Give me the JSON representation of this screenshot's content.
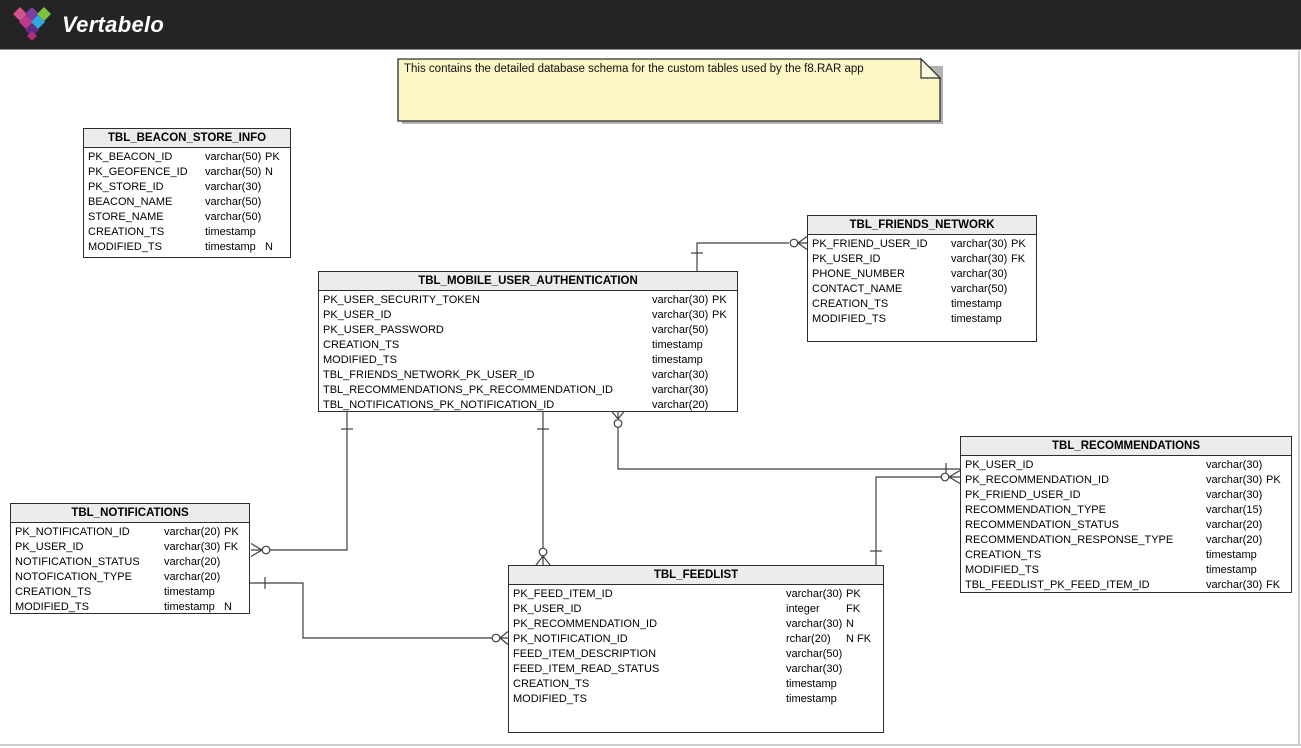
{
  "brand": {
    "name": "Vertabelo"
  },
  "note": {
    "text": "This contains the detailed database schema for the custom tables used by the f8.RAR app"
  },
  "colors": {
    "topbar": "#242424",
    "note_fill": "#FBF7C5",
    "table_header_fill": "#ECECEC",
    "line": "#3F3F3F",
    "logo_tiles": [
      "#D2538F",
      "#7B3FA0",
      "#7FC241",
      "#C0398B",
      "#33A7DF",
      "#5E2C82"
    ]
  },
  "tables": [
    {
      "name": "TBL_BEACON_STORE_INFO",
      "columns": [
        {
          "name": "PK_BEACON_ID",
          "type": "varchar(50)",
          "flags": "PK"
        },
        {
          "name": "PK_GEOFENCE_ID",
          "type": "varchar(50)",
          "flags": "N"
        },
        {
          "name": "PK_STORE_ID",
          "type": "varchar(30)",
          "flags": ""
        },
        {
          "name": "BEACON_NAME",
          "type": "varchar(50)",
          "flags": ""
        },
        {
          "name": "STORE_NAME",
          "type": "varchar(50)",
          "flags": ""
        },
        {
          "name": "CREATION_TS",
          "type": "timestamp",
          "flags": ""
        },
        {
          "name": "MODIFIED_TS",
          "type": "timestamp",
          "flags": "N"
        }
      ]
    },
    {
      "name": "TBL_MOBILE_USER_AUTHENTICATION",
      "columns": [
        {
          "name": "PK_USER_SECURITY_TOKEN",
          "type": "varchar(30)",
          "flags": "PK"
        },
        {
          "name": "PK_USER_ID",
          "type": "varchar(30)",
          "flags": "PK"
        },
        {
          "name": "PK_USER_PASSWORD",
          "type": "varchar(50)",
          "flags": ""
        },
        {
          "name": "CREATION_TS",
          "type": "timestamp",
          "flags": ""
        },
        {
          "name": "MODIFIED_TS",
          "type": "timestamp",
          "flags": ""
        },
        {
          "name": "TBL_FRIENDS_NETWORK_PK_USER_ID",
          "type": "varchar(30)",
          "flags": ""
        },
        {
          "name": "TBL_RECOMMENDATIONS_PK_RECOMMENDATION_ID",
          "type": "varchar(30)",
          "flags": ""
        },
        {
          "name": "TBL_NOTIFICATIONS_PK_NOTIFICATION_ID",
          "type": "varchar(20)",
          "flags": ""
        }
      ]
    },
    {
      "name": "TBL_FRIENDS_NETWORK",
      "columns": [
        {
          "name": "PK_FRIEND_USER_ID",
          "type": "varchar(30)",
          "flags": "PK"
        },
        {
          "name": "PK_USER_ID",
          "type": "varchar(30)",
          "flags": "FK"
        },
        {
          "name": "PHONE_NUMBER",
          "type": "varchar(30)",
          "flags": ""
        },
        {
          "name": "CONTACT_NAME",
          "type": "varchar(50)",
          "flags": ""
        },
        {
          "name": "CREATION_TS",
          "type": "timestamp",
          "flags": ""
        },
        {
          "name": "MODIFIED_TS",
          "type": "timestamp",
          "flags": ""
        }
      ]
    },
    {
      "name": "TBL_NOTIFICATIONS",
      "columns": [
        {
          "name": "PK_NOTIFICATION_ID",
          "type": "varchar(20)",
          "flags": "PK"
        },
        {
          "name": "PK_USER_ID",
          "type": "varchar(30)",
          "flags": "FK"
        },
        {
          "name": "NOTIFICATION_STATUS",
          "type": "varchar(20)",
          "flags": ""
        },
        {
          "name": "NOTOFICATION_TYPE",
          "type": "varchar(20)",
          "flags": ""
        },
        {
          "name": "CREATION_TS",
          "type": "timestamp",
          "flags": ""
        },
        {
          "name": "MODIFIED_TS",
          "type": "timestamp",
          "flags": "N"
        }
      ]
    },
    {
      "name": "TBL_RECOMMENDATIONS",
      "columns": [
        {
          "name": "PK_USER_ID",
          "type": "varchar(30)",
          "flags": ""
        },
        {
          "name": "PK_RECOMMENDATION_ID",
          "type": "varchar(30)",
          "flags": "PK"
        },
        {
          "name": "PK_FRIEND_USER_ID",
          "type": "varchar(30)",
          "flags": ""
        },
        {
          "name": "RECOMMENDATION_TYPE",
          "type": "varchar(15)",
          "flags": ""
        },
        {
          "name": "RECOMMENDATION_STATUS",
          "type": "varchar(20)",
          "flags": ""
        },
        {
          "name": "RECOMMENDATION_RESPONSE_TYPE",
          "type": "varchar(20)",
          "flags": ""
        },
        {
          "name": "CREATION_TS",
          "type": "timestamp",
          "flags": ""
        },
        {
          "name": "MODIFIED_TS",
          "type": "timestamp",
          "flags": ""
        },
        {
          "name": "TBL_FEEDLIST_PK_FEED_ITEM_ID",
          "type": "varchar(30)",
          "flags": "FK"
        }
      ]
    },
    {
      "name": "TBL_FEEDLIST",
      "columns": [
        {
          "name": "PK_FEED_ITEM_ID",
          "type": "varchar(30)",
          "flags": "PK"
        },
        {
          "name": "PK_USER_ID",
          "type": "integer",
          "flags": "FK"
        },
        {
          "name": "PK_RECOMMENDATION_ID",
          "type": "varchar(30)",
          "flags": "N"
        },
        {
          "name": "PK_NOTIFICATION_ID",
          "type": "rchar(20)",
          "flags": "N FK"
        },
        {
          "name": "FEED_ITEM_DESCRIPTION",
          "type": "varchar(50)",
          "flags": ""
        },
        {
          "name": "FEED_ITEM_READ_STATUS",
          "type": "varchar(30)",
          "flags": ""
        },
        {
          "name": "CREATION_TS",
          "type": "timestamp",
          "flags": ""
        },
        {
          "name": "MODIFIED_TS",
          "type": "timestamp",
          "flags": ""
        }
      ]
    }
  ],
  "relationships": [
    {
      "from": "TBL_MOBILE_USER_AUTHENTICATION",
      "to": "TBL_FRIENDS_NETWORK",
      "from_cardinality": "one",
      "to_cardinality": "zero-or-many"
    },
    {
      "from": "TBL_MOBILE_USER_AUTHENTICATION",
      "to": "TBL_NOTIFICATIONS",
      "from_cardinality": "one",
      "to_cardinality": "zero-or-many"
    },
    {
      "from": "TBL_MOBILE_USER_AUTHENTICATION",
      "to": "TBL_FEEDLIST",
      "from_cardinality": "one",
      "to_cardinality": "zero-or-many"
    },
    {
      "from": "TBL_RECOMMENDATIONS",
      "to": "TBL_MOBILE_USER_AUTHENTICATION",
      "from_cardinality": "one",
      "to_cardinality": "zero-or-many"
    },
    {
      "from": "TBL_FEEDLIST",
      "to": "TBL_RECOMMENDATIONS",
      "from_cardinality": "one",
      "to_cardinality": "zero-or-many"
    },
    {
      "from": "TBL_NOTIFICATIONS",
      "to": "TBL_FEEDLIST",
      "from_cardinality": "one",
      "to_cardinality": "zero-or-many"
    }
  ]
}
